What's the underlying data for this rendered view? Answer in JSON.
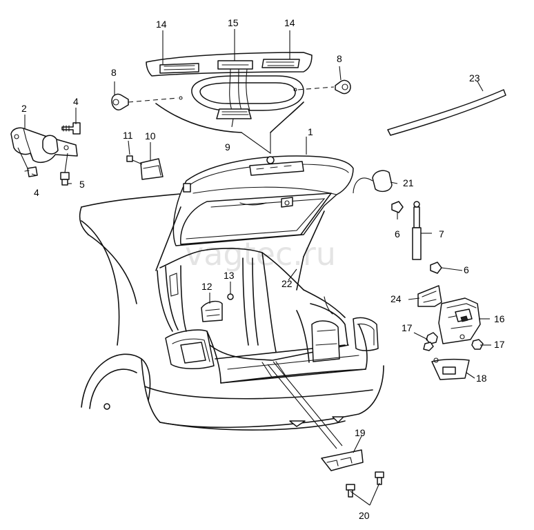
{
  "watermark": "vagtec.ru",
  "callouts": [
    {
      "id": "c1",
      "label": "1"
    },
    {
      "id": "c2",
      "label": "2"
    },
    {
      "id": "c4a",
      "label": "4"
    },
    {
      "id": "c4b",
      "label": "4"
    },
    {
      "id": "c5",
      "label": "5"
    },
    {
      "id": "c6a",
      "label": "6"
    },
    {
      "id": "c6b",
      "label": "6"
    },
    {
      "id": "c7",
      "label": "7"
    },
    {
      "id": "c8a",
      "label": "8"
    },
    {
      "id": "c8b",
      "label": "8"
    },
    {
      "id": "c9",
      "label": "9"
    },
    {
      "id": "c10",
      "label": "10"
    },
    {
      "id": "c11",
      "label": "11"
    },
    {
      "id": "c12",
      "label": "12"
    },
    {
      "id": "c13",
      "label": "13"
    },
    {
      "id": "c14a",
      "label": "14"
    },
    {
      "id": "c14b",
      "label": "14"
    },
    {
      "id": "c15",
      "label": "15"
    },
    {
      "id": "c16",
      "label": "16"
    },
    {
      "id": "c17a",
      "label": "17"
    },
    {
      "id": "c17b",
      "label": "17"
    },
    {
      "id": "c18",
      "label": "18"
    },
    {
      "id": "c19",
      "label": "19"
    },
    {
      "id": "c20",
      "label": "20"
    },
    {
      "id": "c21",
      "label": "21"
    },
    {
      "id": "c22",
      "label": "22"
    },
    {
      "id": "c23",
      "label": "23"
    },
    {
      "id": "c24",
      "label": "24"
    }
  ]
}
